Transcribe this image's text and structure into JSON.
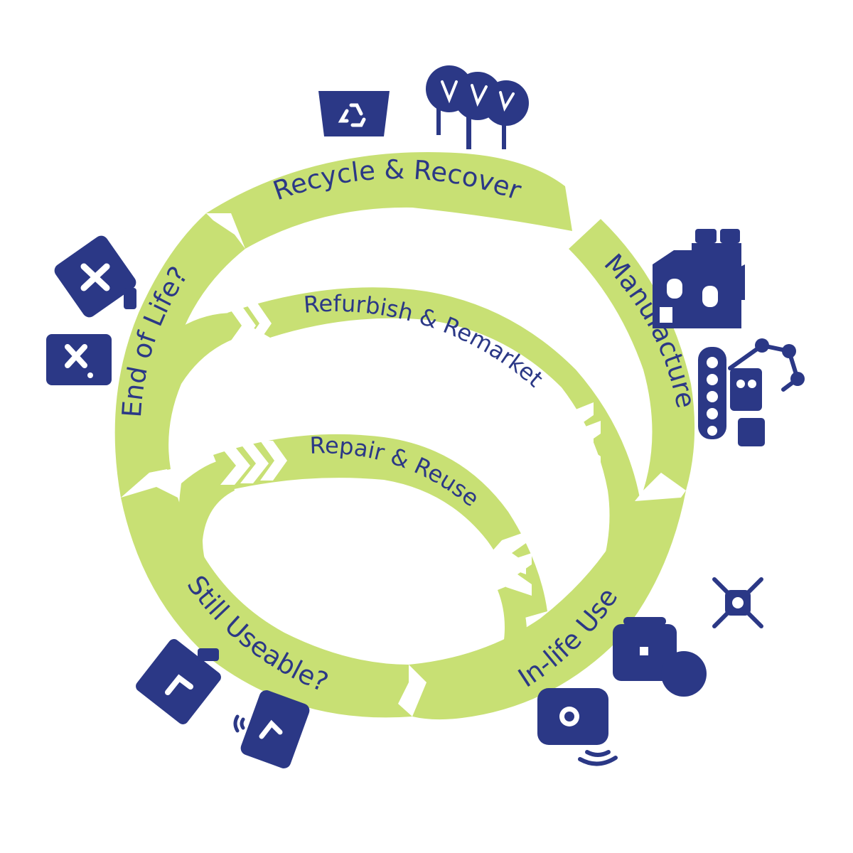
{
  "colors": {
    "band": "#c8e074",
    "navy": "#2b3886",
    "background": "#ffffff"
  },
  "stages": {
    "recycle": "Recycle & Recover",
    "manufacture": "Manufacture",
    "in_life": "In-life Use",
    "still_useable": "Still Useable?",
    "end_of_life": "End of Life?",
    "refurbish": "Refurbish & Remarket",
    "repair": "Repair & Reuse"
  },
  "icons": [
    "recycling-bin-icon",
    "trees-icon",
    "factory-icon",
    "robot-arm-conveyor-icon",
    "drone-icon",
    "laptop-icon",
    "camera-speaker-icon",
    "broken-tablet-icon",
    "broken-phone-icon",
    "working-tablet-icon",
    "working-phone-icon"
  ]
}
